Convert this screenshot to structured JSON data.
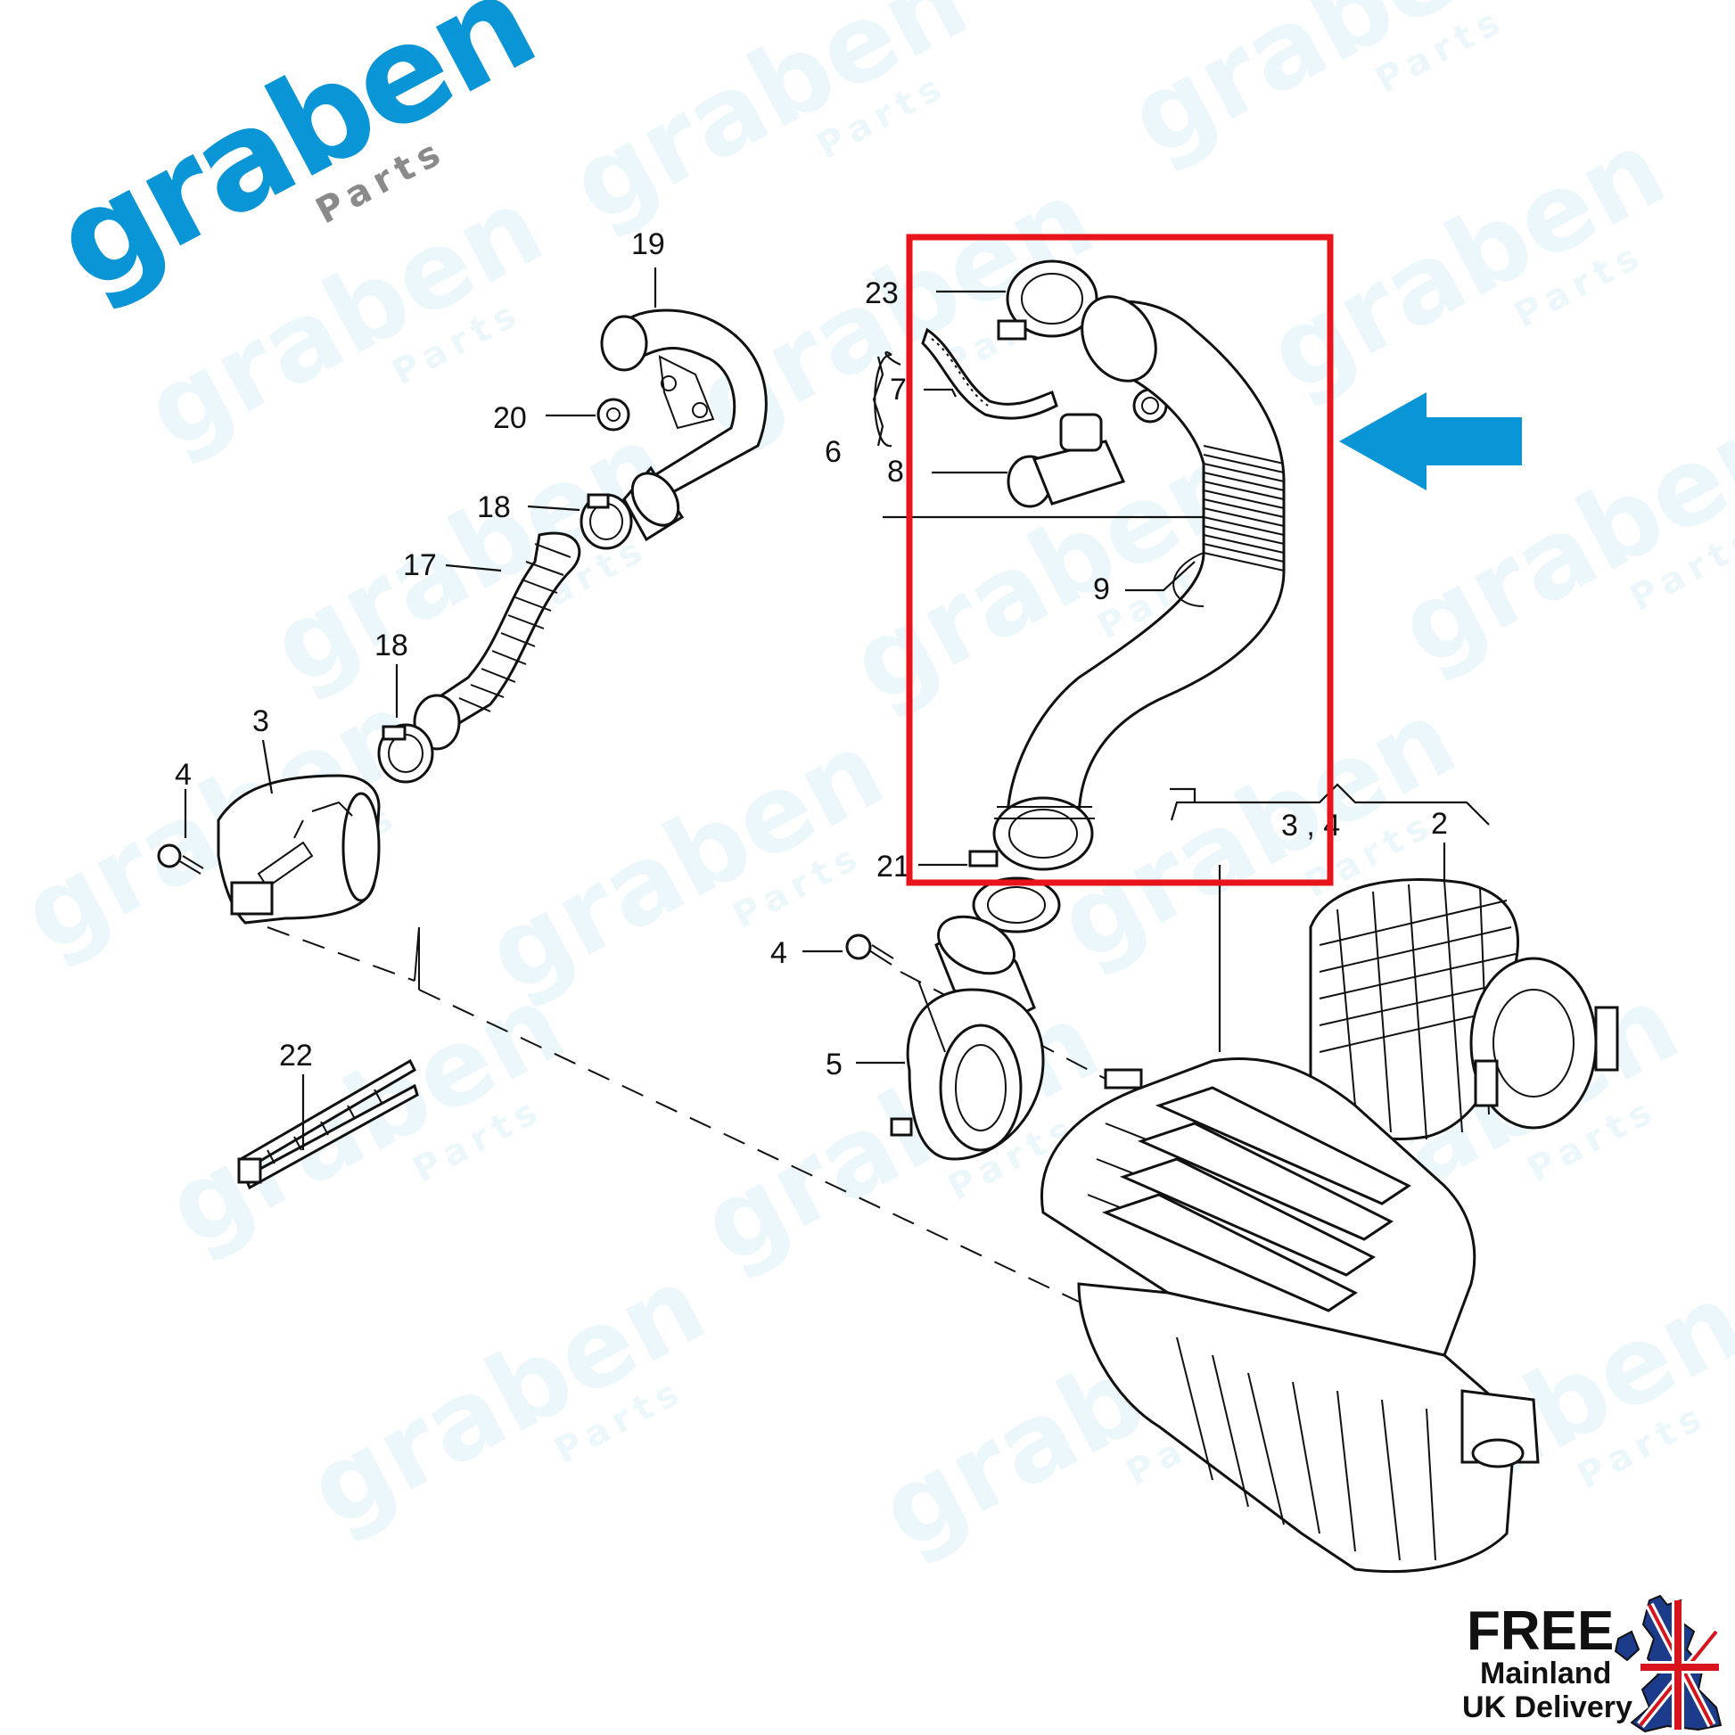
{
  "brand": {
    "name": "graben",
    "sub": "Parts",
    "color": "#0a95d6"
  },
  "watermark": {
    "text": "graben",
    "sub": "Parts"
  },
  "highlight": {
    "box_color": "#e8141c",
    "arrow_color": "#0a95d6"
  },
  "callouts": {
    "n19": "19",
    "n20": "20",
    "n18a": "18",
    "n17": "17",
    "n18b": "18",
    "n3": "3",
    "n4a": "4",
    "n22": "22",
    "n23": "23",
    "n7": "7",
    "n6": "6",
    "n8": "8",
    "n9": "9",
    "n21": "21",
    "n4b": "4",
    "n5": "5",
    "n34": "3 , 4",
    "n2": "2"
  },
  "delivery": {
    "title": "FREE",
    "line1": "Mainland",
    "line2": "UK Delivery",
    "icon": "uk-map-union-flag-icon"
  }
}
